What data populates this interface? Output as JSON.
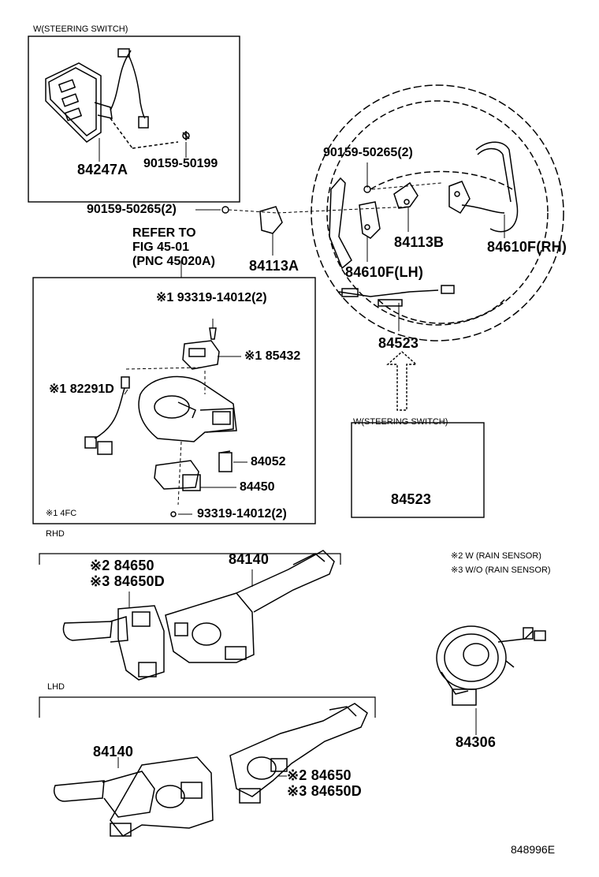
{
  "boxes": {
    "steering_switch_top": "W(STEERING SWITCH)",
    "steering_switch_bottom": "W(STEERING SWITCH)",
    "footnote_4fc": "※1 4FC"
  },
  "refer": {
    "line1": "REFER TO",
    "line2": "FIG 45-01",
    "line3": "(PNC 45020A)"
  },
  "sections": {
    "rhd": "RHD",
    "lhd": "LHD"
  },
  "legend": {
    "note2": "※2 W (RAIN SENSOR)",
    "note3": "※3 W/O (RAIN SENSOR)"
  },
  "parts": {
    "p84247A": "84247A",
    "p90159_50199": "90159-50199",
    "p90159_50265_top": "90159-50265(2)",
    "p90159_50265_left": "90159-50265(2)",
    "p84113A": "84113A",
    "p84113B": "84113B",
    "p84610F_LH": "84610F(LH)",
    "p84610F_RH": "84610F(RH)",
    "p84523_main": "84523",
    "p84523_box": "84523",
    "p93319_top": "※1 93319-14012(2)",
    "p85432": "※1 85432",
    "p82291D": "※1 82291D",
    "p84052": "84052",
    "p84450": "84450",
    "p93319_bottom": "93319-14012(2)",
    "p84650_rhd": "※2 84650",
    "p84650D_rhd": "※3 84650D",
    "p84140_rhd": "84140",
    "p84140_lhd": "84140",
    "p84650_lhd": "※2 84650",
    "p84650D_lhd": "※3 84650D",
    "p84306": "84306"
  },
  "diagram_id": "848996E"
}
